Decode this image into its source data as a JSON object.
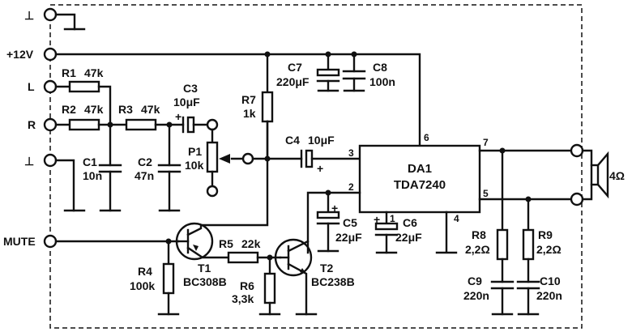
{
  "ports": {
    "gnd_top": "⊥",
    "vcc": "+12V",
    "left": "L",
    "right": "R",
    "gnd_mid": "⊥",
    "mute": "MUTE"
  },
  "components": {
    "R1": {
      "ref": "R1",
      "value": "47k"
    },
    "R2": {
      "ref": "R2",
      "value": "47k"
    },
    "R3": {
      "ref": "R3",
      "value": "47k"
    },
    "R4": {
      "ref": "R4",
      "value": "100k"
    },
    "R5": {
      "ref": "R5",
      "value": "22k"
    },
    "R6": {
      "ref": "R6",
      "value": "3,3k"
    },
    "R7": {
      "ref": "R7",
      "value": "1k"
    },
    "R8": {
      "ref": "R8",
      "value": "2,2Ω"
    },
    "R9": {
      "ref": "R9",
      "value": "2,2Ω"
    },
    "C1": {
      "ref": "C1",
      "value": "10n"
    },
    "C2": {
      "ref": "C2",
      "value": "47n"
    },
    "C3": {
      "ref": "C3",
      "value": "10μF"
    },
    "C4": {
      "ref": "C4",
      "value": "10μF"
    },
    "C5": {
      "ref": "C5",
      "value": "22μF"
    },
    "C6": {
      "ref": "C6",
      "value": "22μF"
    },
    "C7": {
      "ref": "C7",
      "value": "220μF"
    },
    "C8": {
      "ref": "C8",
      "value": "100n"
    },
    "C9": {
      "ref": "C9",
      "value": "220n"
    },
    "C10": {
      "ref": "C10",
      "value": "220n"
    },
    "P1": {
      "ref": "P1",
      "value": "10k"
    },
    "T1": {
      "ref": "T1",
      "value": "BC308B"
    },
    "T2": {
      "ref": "T2",
      "value": "BC238B"
    }
  },
  "ic": {
    "ref": "DA1",
    "part": "TDA7240",
    "pins": {
      "p1": "1",
      "p2": "2",
      "p3": "3",
      "p4": "4",
      "p5": "5",
      "p6": "6",
      "p7": "7"
    }
  },
  "speaker": {
    "impedance": "4Ω"
  },
  "polarity": {
    "plus": "+"
  }
}
